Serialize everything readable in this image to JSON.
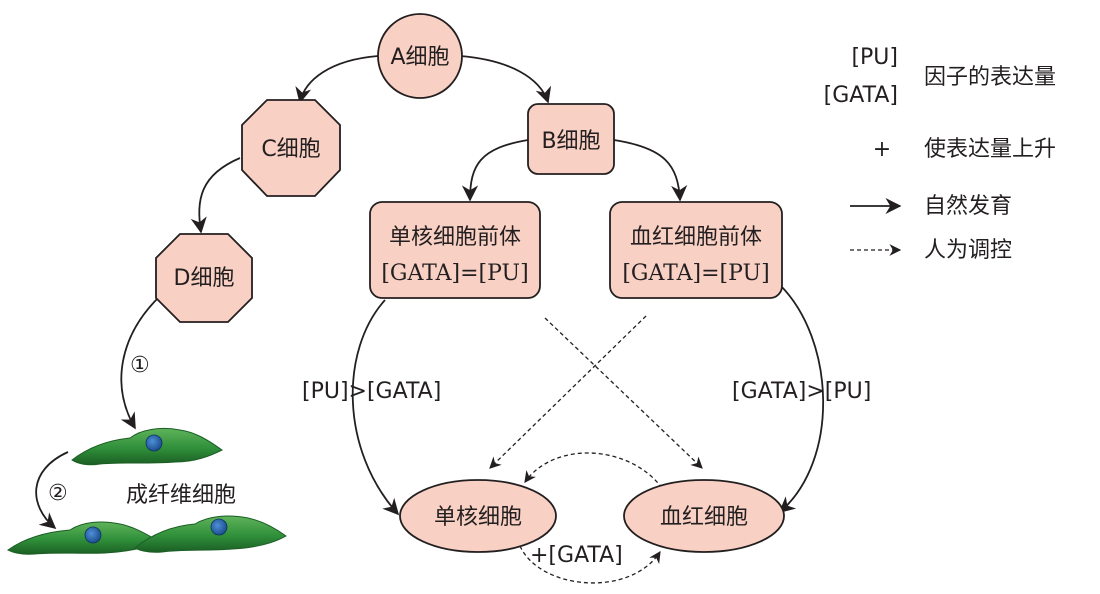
{
  "colors": {
    "fill": "#f9d0c4",
    "stroke": "#231f20",
    "cell_green": "#2f8f3a",
    "cell_dark": "#1b5e24",
    "nucleus": "#1f5fa8"
  },
  "nodes": {
    "a_cell": "A细胞",
    "b_cell": "B细胞",
    "c_cell": "C细胞",
    "d_cell": "D细胞",
    "mono_precursor": {
      "line1": "单核细胞前体",
      "line2": "[GATA]=[PU]"
    },
    "ery_precursor": {
      "line1": "血红细胞前体",
      "line2": "[GATA]=[PU]"
    },
    "monocyte": "单核细胞",
    "erythrocyte": "血红细胞",
    "fibroblast": "成纤维细胞"
  },
  "edge_labels": {
    "left_condition": "[PU]>[GATA]",
    "right_condition": "[GATA]>[PU]",
    "bottom_condition": "+[GATA]",
    "step1": "①",
    "step2": "②"
  },
  "legend": {
    "factor_pu": "[PU]",
    "factor_gata": "[GATA]",
    "factor_desc": "因子的表达量",
    "plus_symbol": "+",
    "plus_desc": "使表达量上升",
    "solid_desc": "自然发育",
    "dashed_desc": "人为调控"
  }
}
